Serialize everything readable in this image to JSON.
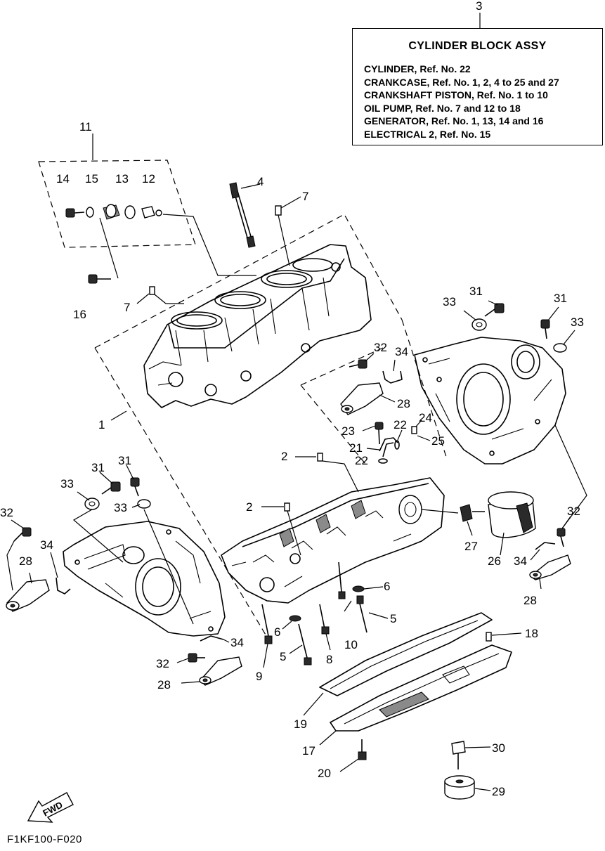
{
  "assembly": {
    "ref": "3",
    "title": "CYLINDER BLOCK ASSY",
    "lines": [
      "CYLINDER, Ref. No. 22",
      "CRANKCASE,  Ref. No. 1, 2, 4 to 25 and 27",
      "CRANKSHAFT PISTON,  Ref. No. 1 to 10",
      "OIL PUMP,  Ref. No. 7 and 12 to 18",
      "GENERATOR,  Ref. No. 1, 13, 14 and 16",
      "ELECTRICAL 2, Ref. No. 15"
    ]
  },
  "figure_code": "F1KF100-F020",
  "fwd_label": "FWD",
  "callouts": [
    "11",
    "14",
    "15",
    "13",
    "12",
    "4",
    "7",
    "16",
    "7",
    "1",
    "33",
    "31",
    "31",
    "33",
    "32",
    "34",
    "28",
    "23",
    "22",
    "24",
    "21",
    "25",
    "2",
    "22",
    "33",
    "31",
    "31",
    "33",
    "2",
    "32",
    "34",
    "28",
    "27",
    "26",
    "32",
    "34",
    "28",
    "6",
    "5",
    "6",
    "34",
    "32",
    "28",
    "9",
    "5",
    "8",
    "10",
    "18",
    "19",
    "17",
    "20",
    "30",
    "29"
  ]
}
